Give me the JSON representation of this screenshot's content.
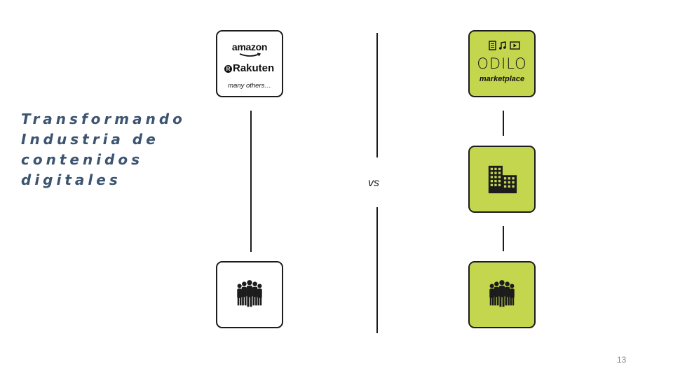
{
  "title": "Transformando\nIndustria de\ncontenidos\ndigitales",
  "vs_label": "vs",
  "left_top_box": {
    "brand_1": "amazon",
    "brand_2": "Rakuten",
    "brand_2_mark": "R",
    "others": "many others…"
  },
  "right_top_box": {
    "media_icons": [
      "ebook-icon",
      "music-note-icon",
      "video-play-icon"
    ],
    "logo": "ODILO",
    "subtitle": "marketplace"
  },
  "icons": {
    "middle_right": "office-buildings-icon",
    "bottom_left": "crowd-people-icon",
    "bottom_right": "crowd-people-icon"
  },
  "colors": {
    "green": "#c4d64d",
    "title": "#3b5470",
    "border": "#1c1c1c"
  },
  "page_number": "13"
}
